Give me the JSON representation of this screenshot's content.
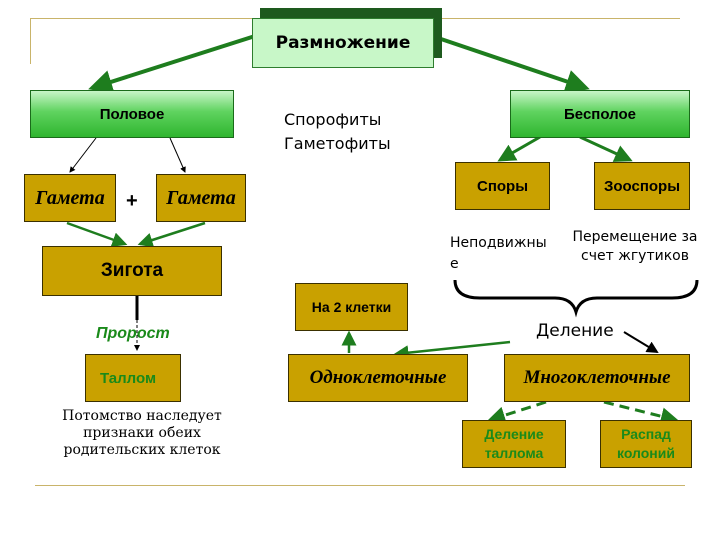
{
  "title": "Размножение",
  "sexual": "Половое",
  "asexual": "Бесполое",
  "sporophytes": "Спорофиты",
  "gametophytes": "Гаметофиты",
  "gamete_left": "Гамета",
  "plus": "+",
  "gamete_right": "Гамета",
  "zygote": "Зигота",
  "prothallus": "Пророст",
  "thallus": "Таллом",
  "offspring": "Потомство наследует признаки обеих родительских клеток",
  "spores": "Споры",
  "zoospores": "Зооспоры",
  "immobile": "Неподвижные",
  "flagella_movement": "Перемещение за счет жгутиков",
  "two_cells": "На 2 клетки",
  "division": "Деление",
  "unicellular": "Одноклеточные",
  "multicellular": "Многоклеточные",
  "thallus_division": "Деление таллома",
  "colony_breakup": "Распад колоний",
  "colors": {
    "gold": "#c9a100",
    "green_arrow": "#1e7d1e",
    "green_text": "#1a8a1a",
    "title_box": "#c8f7c8"
  }
}
